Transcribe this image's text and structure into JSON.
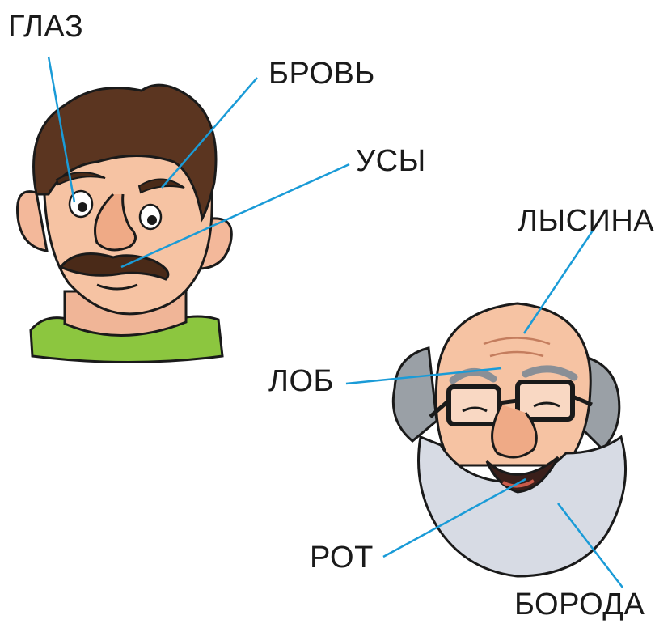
{
  "colors": {
    "leader_line": "#1a9bd7",
    "skin": "#f6c3a3",
    "skin_shade": "#e9a07f",
    "hair_brown": "#5b3520",
    "collar_green": "#8cc63f",
    "beard_grey": "#d7dbe4",
    "hair_grey": "#9aa0a6",
    "outline": "#1a1a1a"
  },
  "labels": {
    "eye": "ГЛАЗ",
    "brow": "БРОВЬ",
    "mustache": "УСЫ",
    "bald": "ЛЫСИНА",
    "forehead": "ЛОБ",
    "mouth": "РОТ",
    "beard": "БОРОДА"
  }
}
